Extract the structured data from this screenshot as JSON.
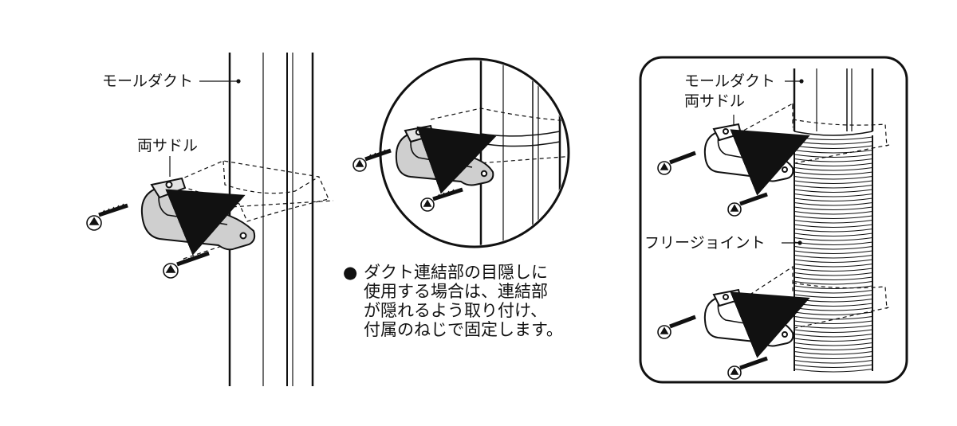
{
  "left_panel": {
    "duct_label": "モールダクト",
    "saddle_label": "両サドル"
  },
  "note": {
    "bullet": "●",
    "lines": [
      "ダクト連結部の目隠しに",
      "使用する場合は、連結部",
      "が隠れるよう取り付け、",
      "付属のねじで固定します。"
    ]
  },
  "right_panel": {
    "duct_label": "モールダクト",
    "saddle_label": "両サドル",
    "joint_label": "フリージョイント"
  }
}
